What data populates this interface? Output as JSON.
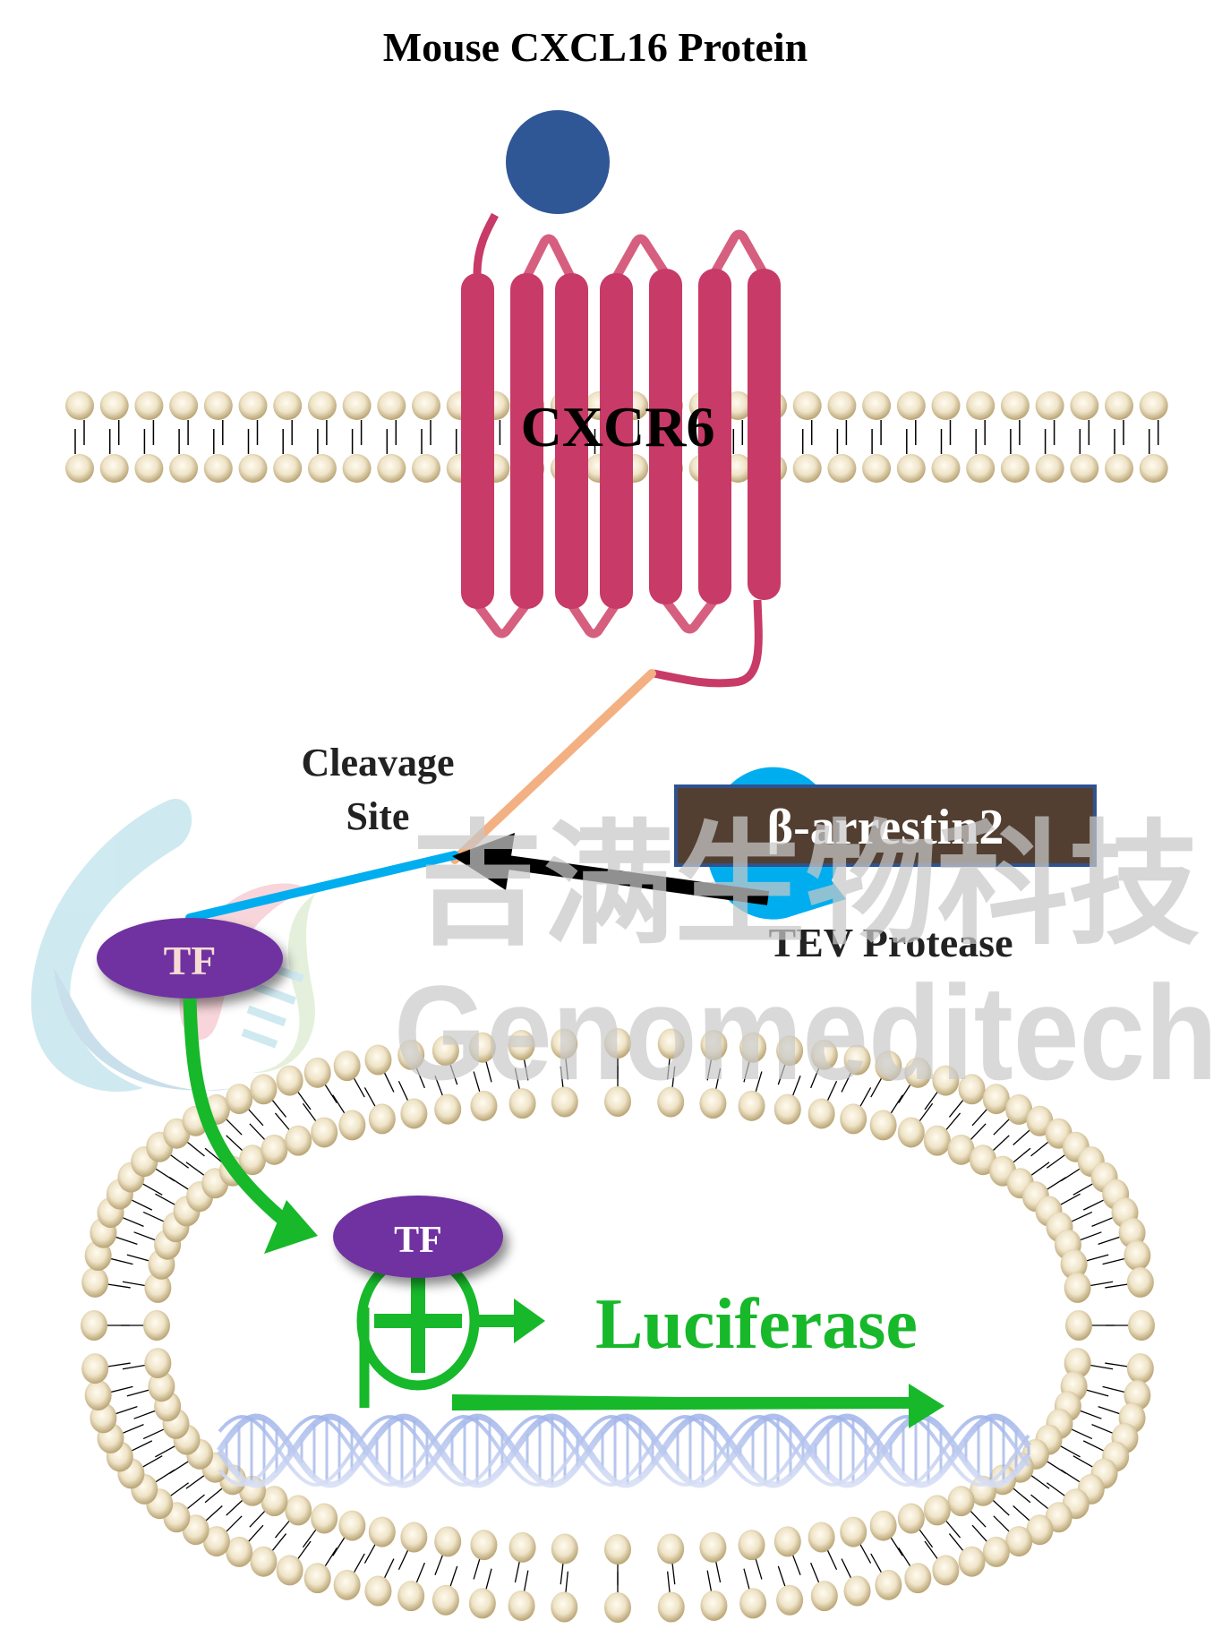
{
  "title": "Mouse CXCL16 Protein",
  "receptor": {
    "label": "CXCR6",
    "transmembrane_helices": 7
  },
  "cleavage_label": {
    "line1": "Cleavage",
    "line2": "Site"
  },
  "arrestin": {
    "label": "β-arrestin2"
  },
  "protease": {
    "label": "TEV Protease"
  },
  "tf_cytoplasm": {
    "label": "TF"
  },
  "tf_nucleus": {
    "label": "TF"
  },
  "reporter": {
    "label": "Luciferase"
  },
  "watermark": {
    "cn": "吉满生物科技",
    "en": "Genomeditech"
  },
  "colors": {
    "ligand": "#2f5795",
    "receptor": "#c83a67",
    "receptor_loop": "#d65f80",
    "linker": "#f3b082",
    "tf_tether": "#00aeef",
    "tf": "#7030a0",
    "protease": "#00aeef",
    "arrestin_box": "#523f31",
    "arrestin_border": "#2f528f",
    "arrow": "#000000",
    "activation_green": "#17b82a",
    "lipid_head": "#d8c9a0",
    "dna": "#8fa6e0",
    "watermark": "#c8c8c8",
    "text": "#222222"
  }
}
